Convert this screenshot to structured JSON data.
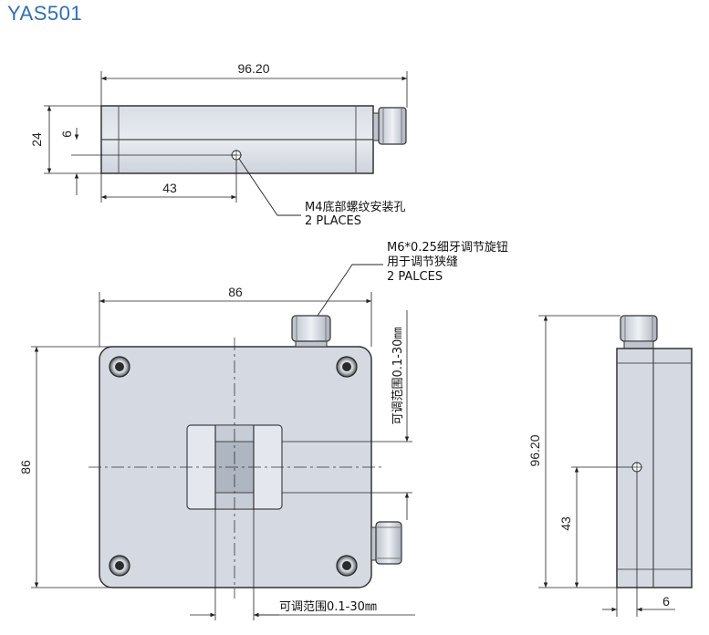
{
  "model": "YAS501",
  "dimensions": {
    "top_length": "96.20",
    "top_height": "24",
    "top_offset": "6",
    "top_hole_pos": "43",
    "front_width": "86",
    "front_height": "86",
    "side_height": "96.20",
    "side_hole_pos": "43",
    "side_offset": "6"
  },
  "notes": {
    "hole_line1": "M4底部螺纹安装孔",
    "hole_line2": "2 PLACES",
    "knob_line1": "M6*0.25细牙调节旋钮",
    "knob_line2": "用于调节狭缝",
    "knob_line3": "2 PALCES",
    "range_vertical": "可调范围0.1-30㎜",
    "range_horizontal": "可调范围0.1-30㎜"
  }
}
